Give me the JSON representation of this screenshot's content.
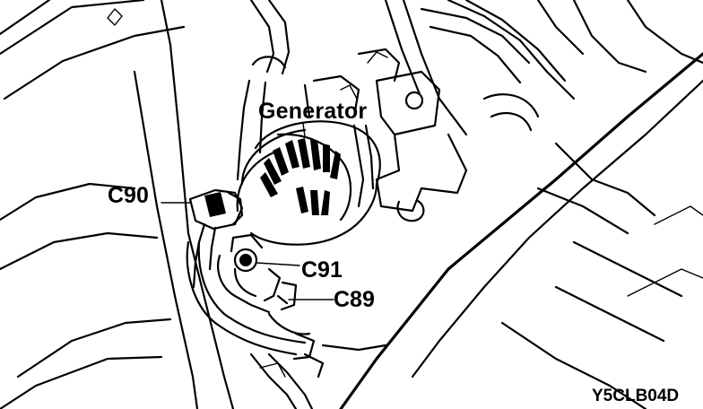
{
  "labels": {
    "generator": "Generator",
    "c90": "C90",
    "c91": "C91",
    "c89": "C89",
    "figure_code": "Y5CLB04D"
  },
  "colors": {
    "ink": "#000000",
    "background": "#ffffff"
  }
}
